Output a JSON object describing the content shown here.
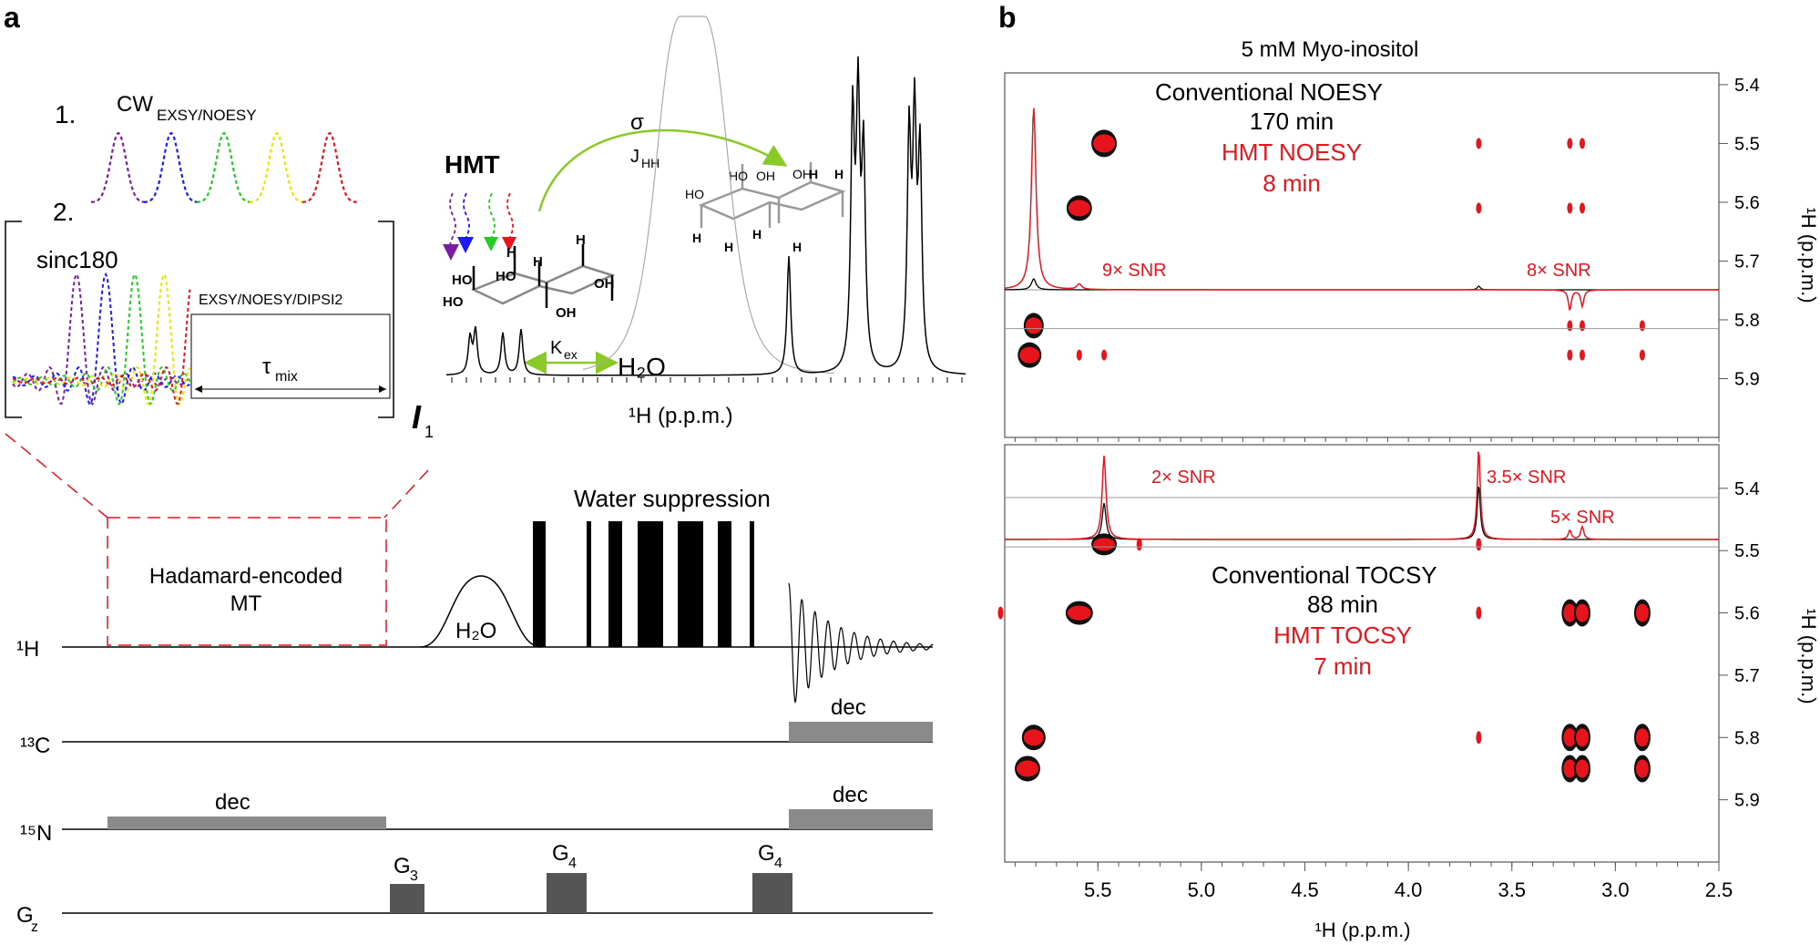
{
  "panel_a": {
    "label": "a",
    "item1_number": "1.",
    "item1_title": "CW",
    "item1_subscript": "EXSY/NOESY",
    "item2_number": "2.",
    "item2_title": "sinc180",
    "block_label": "EXSY/NOESY/DIPSI2",
    "tau": "τ",
    "tau_subscript": "mix",
    "i1": "I",
    "i1_subscript": "1",
    "hmt": "HMT",
    "sigma": "σ",
    "j": "J",
    "j_subscript": "HH",
    "kex": "K",
    "kex_subscript": "ex",
    "h2o": "H₂O",
    "spectrum_axis": "¹H (p.p.m.)",
    "hadamard_line1": "Hadamard-encoded",
    "hadamard_line2": "MT",
    "water_suppression": "Water suppression",
    "h2o_pulse": "H₂O",
    "channel_h": "¹H",
    "channel_c": "¹³C",
    "channel_n": "¹⁵N",
    "channel_g": "G",
    "channel_g_sub": "z",
    "dec_c": "dec",
    "dec_n1": "dec",
    "dec_n2": "dec",
    "g3": "G",
    "g3_sub": "3",
    "g4a": "G",
    "g4a_sub": "4",
    "g4b": "G",
    "g4b_sub": "4",
    "colors": {
      "purple": "#7b1fa2",
      "blue": "#1a1aff",
      "green": "#22cc22",
      "yellow": "#e6e600",
      "red": "#e8141b"
    }
  },
  "panel_b": {
    "label": "b",
    "title": "5 mM Myo-inositol",
    "noesy": {
      "conventional": "Conventional NOESY",
      "conventional_time": "170 min",
      "hmt": "HMT NOESY",
      "hmt_time": "8 min",
      "snr_left": "9× SNR",
      "snr_right": "8× SNR",
      "y_ticks": [
        "5.4",
        "5.5",
        "5.6",
        "5.7",
        "5.8",
        "5.9"
      ]
    },
    "tocsy": {
      "conventional": "Conventional TOCSY",
      "conventional_time": "88 min",
      "hmt": "HMT TOCSY",
      "hmt_time": "7 min",
      "snr_a": "2× SNR",
      "snr_b": "3.5× SNR",
      "snr_c": "5× SNR",
      "y_ticks": [
        "5.4",
        "5.5",
        "5.6",
        "5.7",
        "5.8",
        "5.9"
      ]
    },
    "y_axis_label": "¹H (p.p.m.)",
    "x_ticks": [
      "5.5",
      "5.0",
      "4.5",
      "4.0",
      "3.5",
      "3.0",
      "2.5"
    ],
    "x_axis_label": "¹H (p.p.m.)",
    "colors": {
      "conventional": "#000000",
      "hmt": "#e8141b",
      "frame": "#555555"
    }
  }
}
